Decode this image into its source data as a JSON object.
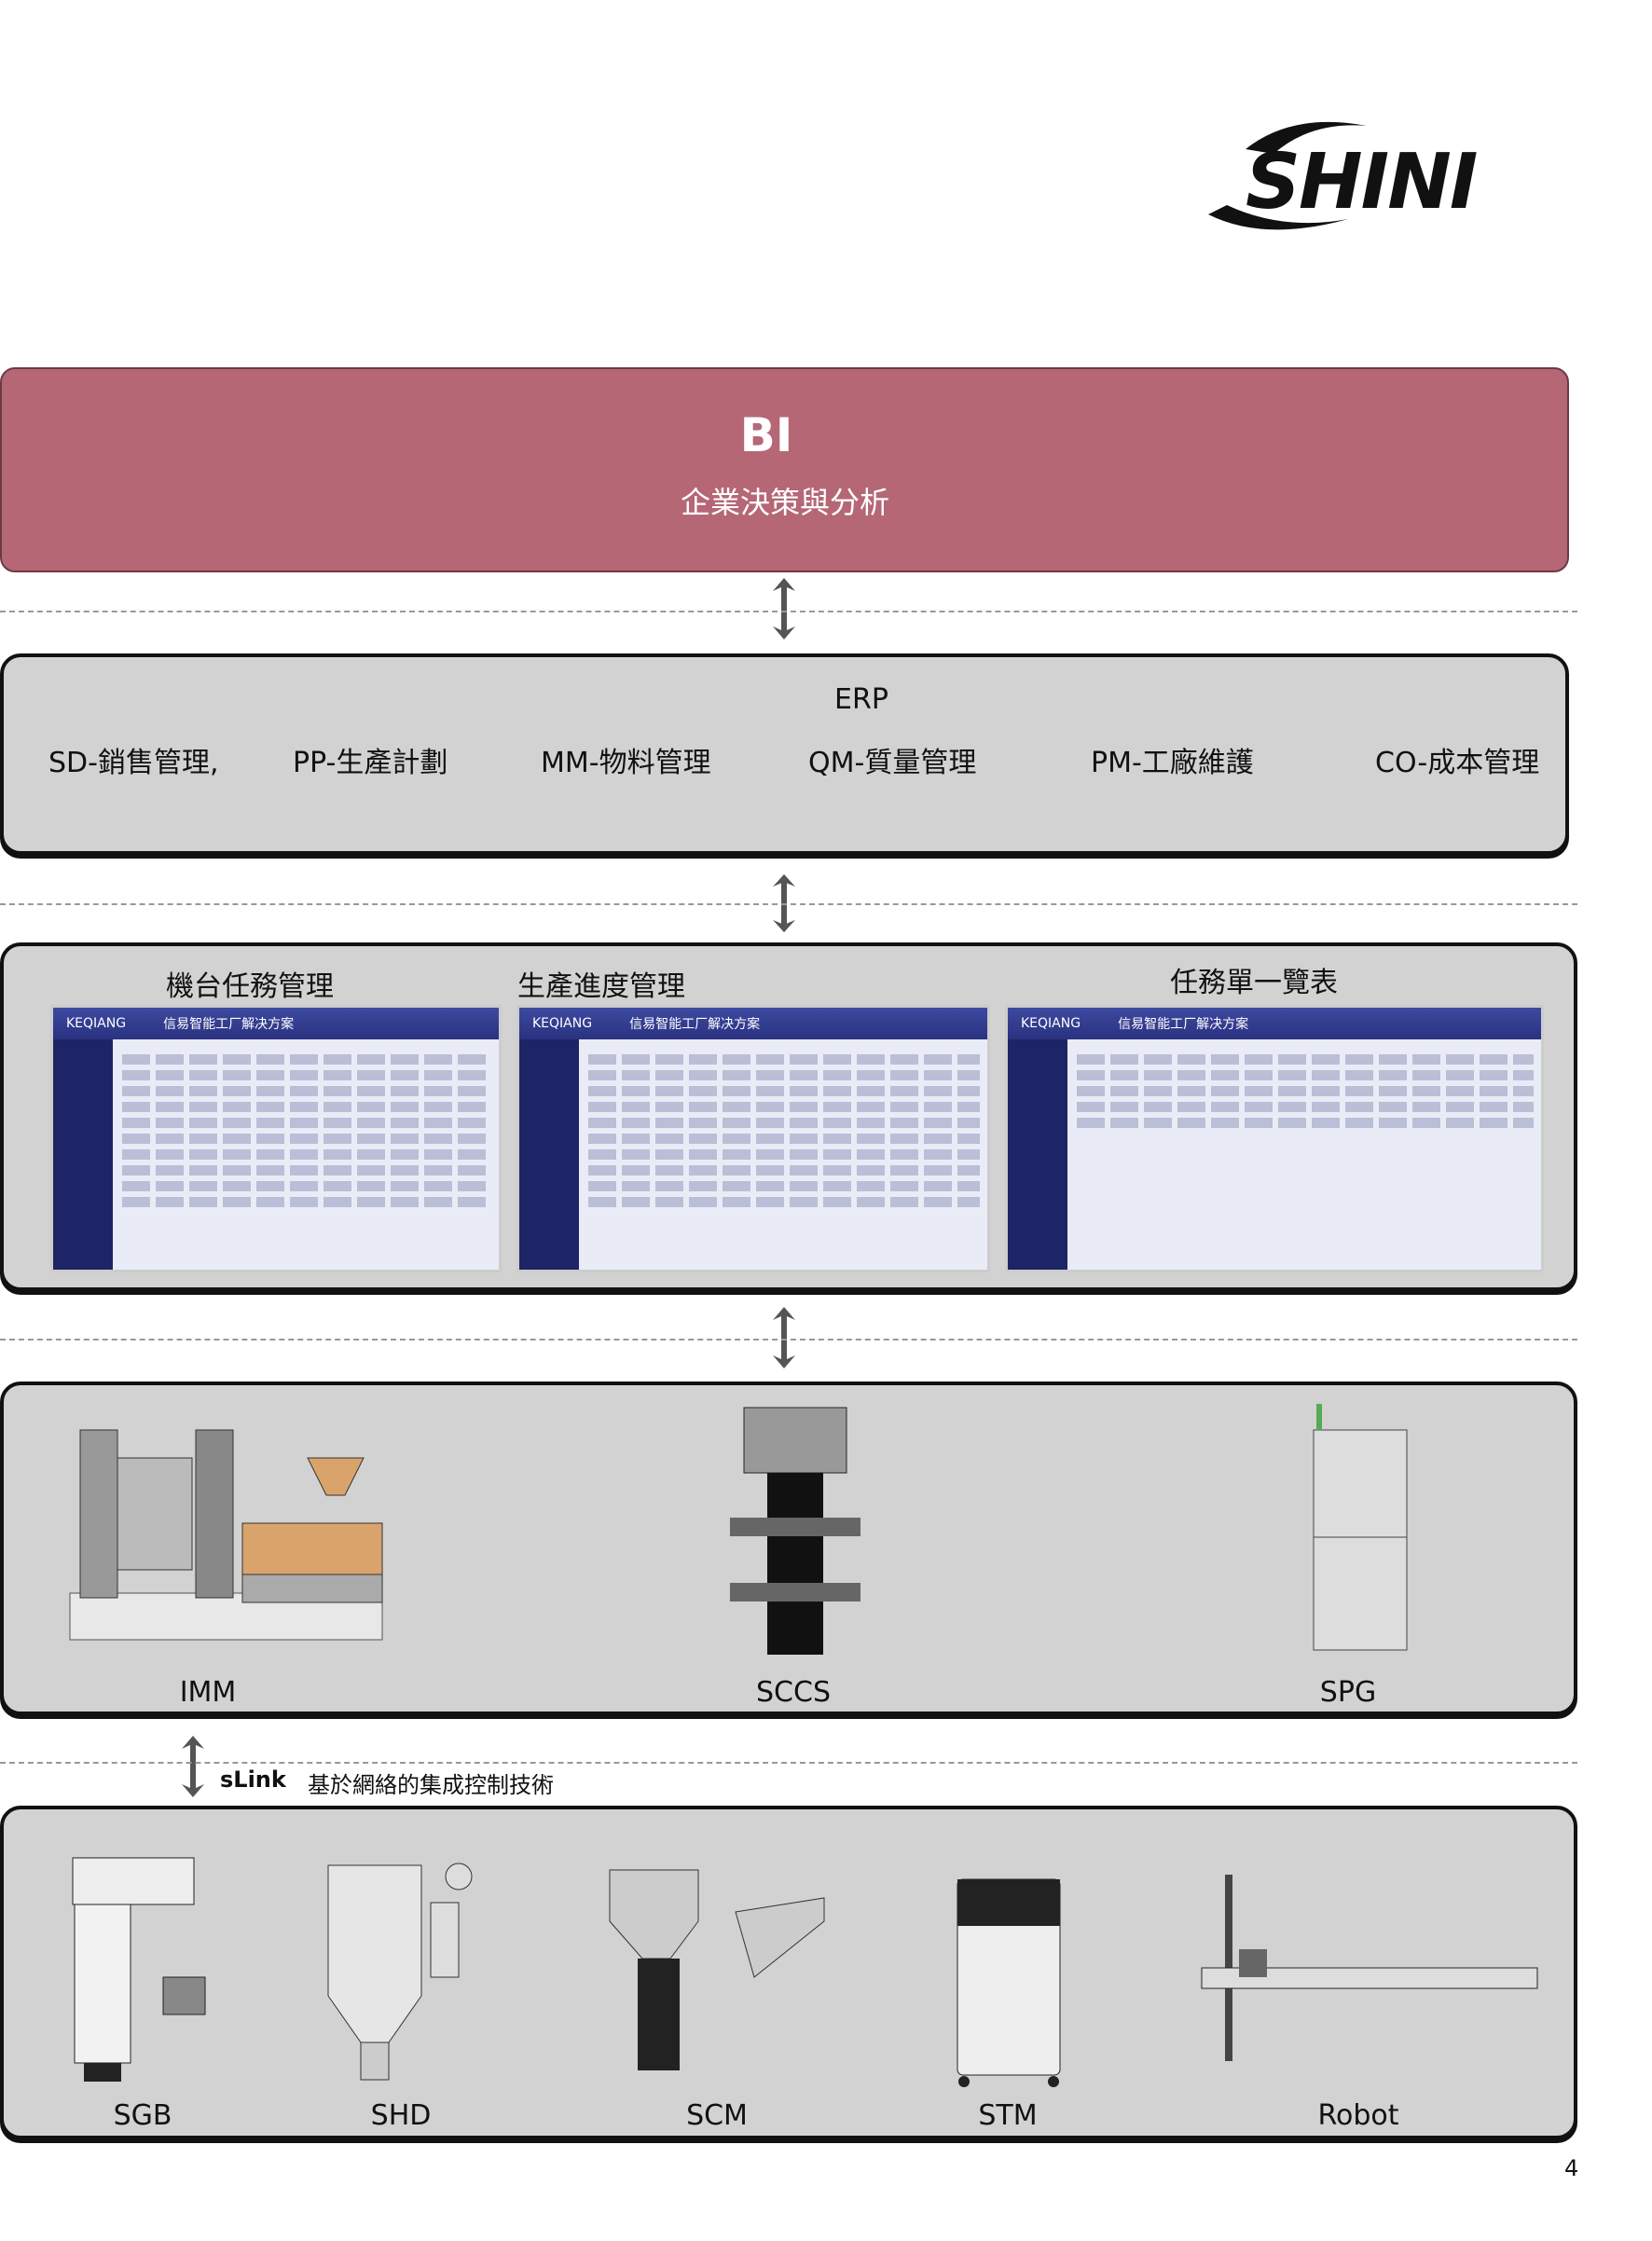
{
  "logo": {
    "text": "SHINI"
  },
  "bi": {
    "title": "BI",
    "subtitle": "企業決策與分析",
    "color": "#b56776"
  },
  "erp": {
    "title": "ERP",
    "modules": [
      "SD-銷售管理,",
      "PP-生產計劃",
      "MM-物料管理",
      "QM-質量管理",
      "PM-工廠維護",
      "CO-成本管理"
    ]
  },
  "mes": {
    "screens": [
      {
        "title": "機台任務管理",
        "app_title": "信易智能工厂解决方案",
        "brand": "KEQIANG"
      },
      {
        "title": "生產進度管理",
        "app_title": "信易智能工厂解决方案",
        "brand": "KEQIANG"
      },
      {
        "title": "任務單一覽表",
        "app_title": "信易智能工厂解决方案",
        "brand": "KEQIANG"
      }
    ]
  },
  "machines": {
    "items": [
      "IMM",
      "SCCS",
      "SPG"
    ]
  },
  "slink": {
    "name": "sLink",
    "desc": "基於網絡的集成控制技術"
  },
  "auxiliary": {
    "items": [
      "SGB",
      "SHD",
      "SCM",
      "STM",
      "Robot"
    ]
  },
  "page_number": "4"
}
